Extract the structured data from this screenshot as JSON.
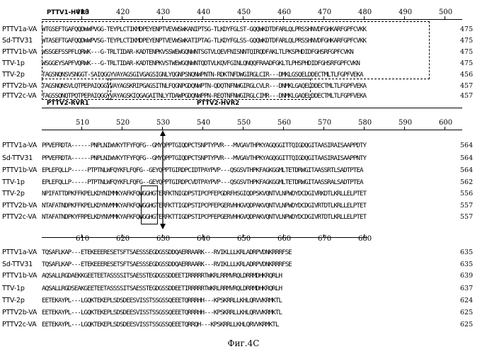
{
  "figure_caption": "Фиг.4C",
  "region_labels": {
    "ttv1_hvr3": "PTTV1-HVR3",
    "ttv2_rvr1": "PTTV2-RVR1",
    "ttv2_hvr2": "PTTV2-HVR2"
  },
  "blocks": [
    {
      "ticks": [
        "410",
        "420",
        "430",
        "440",
        "450",
        "460",
        "470",
        "480",
        "490",
        "500"
      ],
      "rows": [
        {
          "name": "PTTV1a-VA",
          "seq": "WTGSEFTGAFQQDWWPVGG-TEYPLCTIKMDPEYENPTVEVWSWKANIPTSG-TLKDYFGLST-GQQWKDTDFARLQLPRSSHNVDFGHKARFGPFCVKK",
          "end": "475"
        },
        {
          "name": "Sd-TTV31",
          "seq": "WTASEFTGAFQQDWWPVSG-TEYPLCTIKMDPEYENPTVEVWSWKATIPTAG-TLKDYFGLSS-GQQWKDTDFARLQLPRSSHNVDFGHKARFGPFCVKK",
          "end": "475"
        },
        {
          "name": "PTTV1b-VA",
          "seq": "WSSGEFSSPFLQRWK---G-TRLTIDAR-KADTENPKVSSWEWGQNWNTSGTVLQEVFNISNNTQIRQDFAKLTLPKSPHDIDFGHSRFGPFCVKN",
          "end": "475"
        },
        {
          "name": "TTV-1p",
          "seq": "WSGGEYSAPFVQRWK---G-TRLTIDAR-KADTENPKVSTWEWGQNWNTQDTVLKQVFGINLQNQQFRAADFGKLTLPHSPHDIDFGHSRFGPFCVKN",
          "end": "475"
        },
        {
          "name": "TTV-2p",
          "seq": "TAGSNQNSVSNGGT-SAIQGGYVAYAGSGIVGAGSIGNLYQGNPSNQNWPNTN-RDKTNFDWGIRGLCIR---DMKLGSQELDDECTMLTLFGPFVEKA",
          "end": "456"
        },
        {
          "name": "PTTV2b-VA",
          "seq": "TAGSNQNSVLQTPEPAIQGGYVAYAGSKRIPGAGSITNLFQGNPGDQNWPTN-QDQTNFNWGIRGLCVLR---DNMKLGAQELDDECTMLTLFGPFVEKA",
          "end": "457"
        },
        {
          "name": "PTTV2c-VA",
          "seq": "TAGSSQNQTPQTPEPAIQGGYVAYAGSKIQGAGAITNLYTDAWPGDQNWPPN-REQTNFNWGIRGLCIMR---DNMKLGAQELDDECTMLTLFGPFVEKA",
          "end": "457"
        }
      ]
    },
    {
      "ticks": [
        "510",
        "520",
        "530",
        "540",
        "550",
        "560",
        "570",
        "580",
        "590",
        "600"
      ],
      "rows": [
        {
          "name": "PTTV1a-VA",
          "seq": "PPVEFRDTA------PNPLNIWVKYTFYFQFG--GMYQPPTGIQDPCTSNPTYPVR---MVGAVTHPKYAGQGGITTQIGDQGITAASIRAISAAPPDTY",
          "end": "564"
        },
        {
          "name": "Sd-TTV31",
          "seq": "PPVEFRDTA------PNPLNIWVKYTFYFQFG--GMYQPPTGIQDPCTSNPTYPVR---MVGAVTHPKYAGQGGITTQIGDQGITAASIRAISAAPPNTY",
          "end": "564"
        },
        {
          "name": "PTTV1b-VA",
          "seq": "EPLEFQLLP-----PTPTNLWFQYKFLFQFG--GEYQPPTGIRDPCIDTPAYPVP---QSGSVTHPKFAGKGGMLTETDRWGITAASSRTLSADTPTEA",
          "end": "564"
        },
        {
          "name": "TTV-1p",
          "seq": "EPLEFQLLP-----PTPTNLWFQYKFLFQFG--GEYQPPTGIRDPCVDTPAYPVP---QSGSVTHPKFAGKGGMLTETDRWGITAASSRALSADTPTEA",
          "end": "562"
        },
        {
          "name": "TTV-2p",
          "seq": "NPIFATTDPKFFKPELKDYNIMMKYAFKFQWGGHGTERFKTNIGDPSTIPCPFEPGDRFHSGIQDPSKVQNTVLNPWDYDCDGIVRKDTLKRLLELPTET",
          "end": "556"
        },
        {
          "name": "PTTV2b-VA",
          "seq": "NTAFATNDPKFFKPELKDYNVMMKYAFKFQWGGHGTERFKTTIGDPSTIPCPFEPGERVHHGVQDPAKVQNTVLNPWDYDCDGIVRTDTLKRLLELPTET",
          "end": "557"
        },
        {
          "name": "PTTV2c-VA",
          "seq": "NTAFATNDPKYFRPELKDYNVMMKYAFKFQWGGHGTERFKTTIGDPSTIPCPFEPGERVHHGVQDPAKVQNTVLNPWDYDCDGIVRTDTLKRLLELPTET",
          "end": "557"
        }
      ]
    },
    {
      "ticks": [
        "610",
        "620",
        "630",
        "640",
        "650",
        "660",
        "670",
        "680"
      ],
      "rows": [
        {
          "name": "PTTV1a-VA",
          "seq": "TQSAFLKAP---ETEKEEERESETSFTSAESSSEGDGSSDDQAERRAARK---RVIKLLLKRLADRPVDNKRRRFSE",
          "end": "635"
        },
        {
          "name": "Sd-TTV31",
          "seq": "TQSAFLKAP---ETEKEEERESETSFTSAESSSEGDGSSDDQAERRAARK---RVIKLLLKRLADRPVDNKRRRFSE",
          "end": "635"
        },
        {
          "name": "PTTV1b-VA",
          "seq": "AQSALLRGDAEKKGEETEETASSSSITSAESSTEGDGSSDDEETIRRRRRTWKRLRRMVRQLDRRMDHKRQRLH",
          "end": "639"
        },
        {
          "name": "TTV-1p",
          "seq": "AQSALLRGDSEAKGEETEETASSSSITSAESSTEGDGSSDDEETIRRRRRTWKRLRRMVRQLDRRMDHKRQRLH",
          "end": "637"
        },
        {
          "name": "TTV-2p",
          "seq": "EETEKAYPL---LGQKTEKEPLSDSDEESVISSTSSGSSQEEETQRRRHH---KPSKRRLLKHLQRVVKRMKTL",
          "end": "624"
        },
        {
          "name": "PTTV2b-VA",
          "seq": "EETEKAYPL---LGQKTEKEPLSDSDEESVISSTSSGSSQEEETQRRRHH---KPSKRRLLKHLQRVVKRMKTL",
          "end": "625"
        },
        {
          "name": "PTTV2c-VA",
          "seq": "EETEKAYPL---LGQKTEKEPLSDSDEESVISSTSSGSSQEEETQRRQH---KPSKRRLLKHLQRVVKRMKTL",
          "end": "625"
        }
      ]
    }
  ]
}
